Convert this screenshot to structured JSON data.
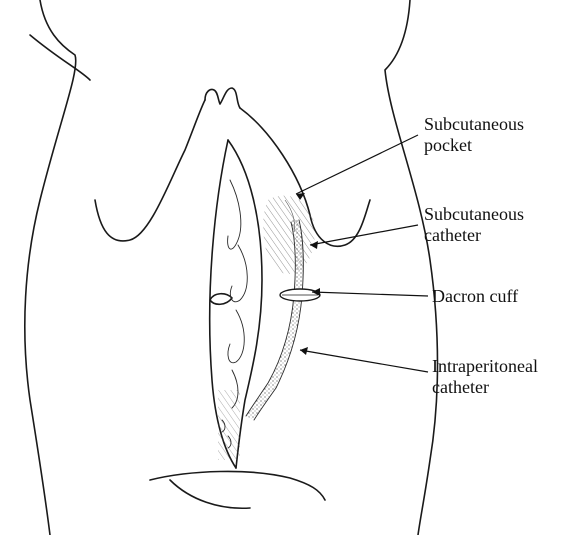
{
  "labels": {
    "subcutaneous_pocket": "Subcutaneous\npocket",
    "subcutaneous_catheter": "Subcutaneous\ncatheter",
    "dacron_cuff": "Dacron cuff",
    "intraperitoneal_catheter": "Intraperitoneal\ncatheter"
  },
  "colors": {
    "ink": "#1a1a1a",
    "background": "#ffffff"
  }
}
